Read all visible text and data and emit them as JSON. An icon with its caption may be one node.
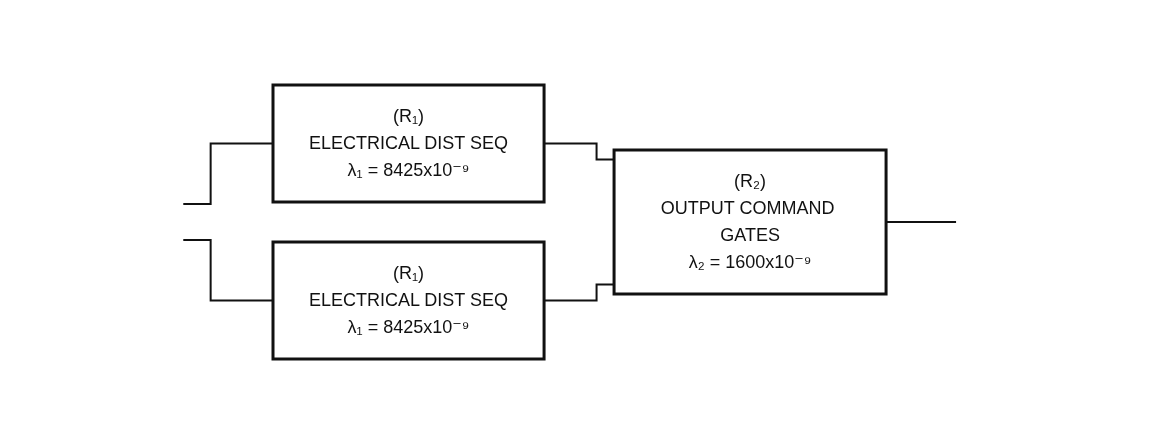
{
  "diagram": {
    "nodes": [
      {
        "text": [
          "(R₁)",
          "ELECTRICAL DIST SEQ",
          "λ₁ = 8425x10⁻⁹"
        ]
      },
      {
        "text": [
          "(R₁)",
          "ELECTRICAL DIST SEQ",
          "λ₁ = 8425x10⁻⁹"
        ]
      },
      {
        "text": [
          "(R₂)",
          "OUTPUT COMMAND GATES",
          "λ₂ = 1600x10⁻⁹"
        ]
      }
    ],
    "edges": [
      {
        "from": null,
        "to": 0,
        "arrow": "none"
      },
      {
        "from": null,
        "to": 1,
        "arrow": "none"
      },
      {
        "from": 0,
        "to": 2,
        "arrow": "none"
      },
      {
        "from": 1,
        "to": 2,
        "arrow": "none"
      },
      {
        "from": 2,
        "to": null,
        "arrow": "none"
      }
    ]
  }
}
